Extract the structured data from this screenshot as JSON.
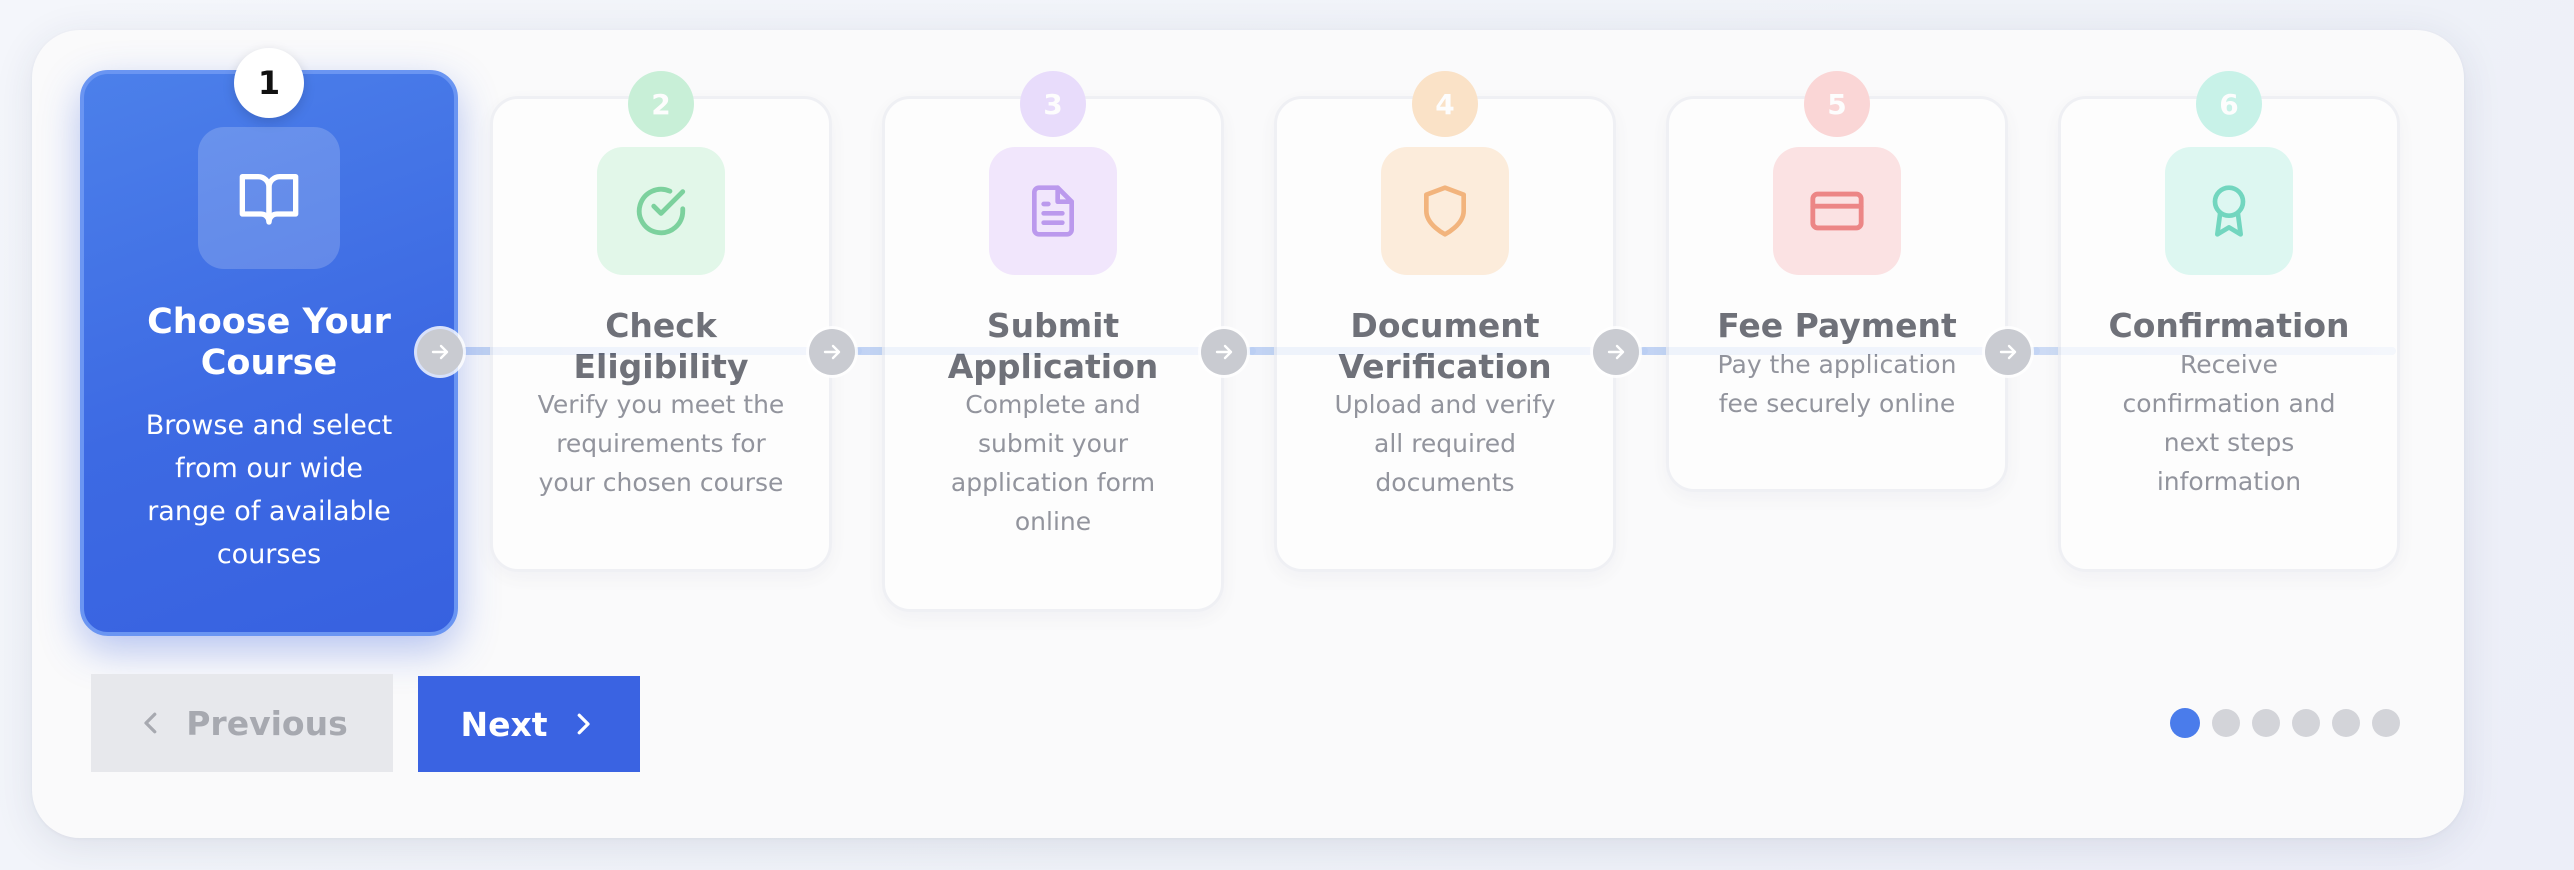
{
  "colors": {
    "accent": "#3a63e2",
    "step2": "#4cc27a",
    "step3": "#a374e8",
    "step4": "#f09a4e",
    "step5": "#e85a5a",
    "step6": "#3ec9a8"
  },
  "steps": [
    {
      "number": "1",
      "title_line1": "Choose Your",
      "title_line2": "Course",
      "desc_lines": [
        "Browse and select",
        "from our wide",
        "range of available",
        "courses"
      ],
      "icon": "book-open-icon",
      "active": true
    },
    {
      "number": "2",
      "title_line1": "Check",
      "title_line2": "Eligibility",
      "desc_lines": [
        "Verify you meet the",
        "requirements for",
        "your chosen course"
      ],
      "icon": "check-circle-icon"
    },
    {
      "number": "3",
      "title_line1": "Submit",
      "title_line2": "Application",
      "desc_lines": [
        "Complete and",
        "submit your",
        "application form",
        "online"
      ],
      "icon": "document-icon"
    },
    {
      "number": "4",
      "title_line1": "Document",
      "title_line2": "Verification",
      "desc_lines": [
        "Upload and verify",
        "all required",
        "documents"
      ],
      "icon": "shield-icon"
    },
    {
      "number": "5",
      "title_line1": "Fee Payment",
      "desc_lines": [
        "Pay the application",
        "fee securely online"
      ],
      "icon": "credit-card-icon"
    },
    {
      "number": "6",
      "title_line1": "Confirmation",
      "desc_lines": [
        "Receive",
        "confirmation and",
        "next steps",
        "information"
      ],
      "icon": "award-icon"
    }
  ],
  "nav": {
    "previous_label": "Previous",
    "next_label": "Next"
  },
  "pagination": {
    "total": 6,
    "current": 1
  }
}
